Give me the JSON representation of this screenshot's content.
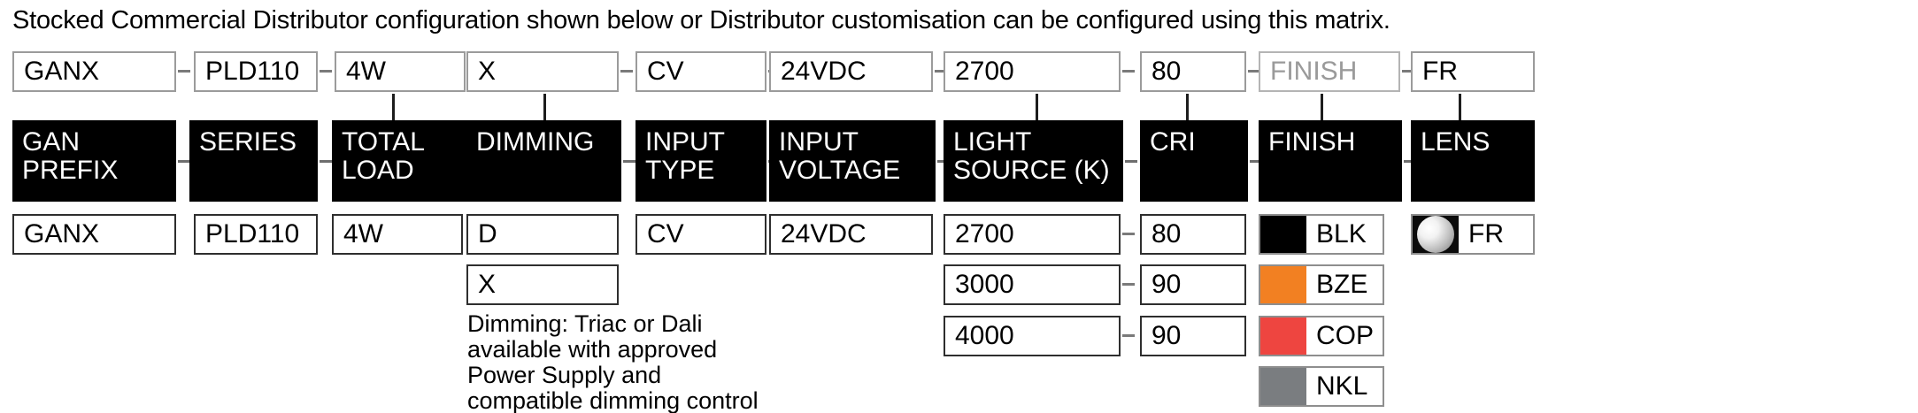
{
  "intro": "Stocked Commercial Distributor configuration shown below or Distributor customisation can be configured using this matrix.",
  "colors": {
    "header_bg": "#000000",
    "header_text": "#ffffff",
    "box_border": "#5d5d5d",
    "ghost_text": "#9a9a9a",
    "blk": "#000000",
    "bze": "#f28022",
    "cop": "#ee4540",
    "nkl": "#7a7d80",
    "lens_fr_chip": "#0b0b0b"
  },
  "selected_config": {
    "separator": "–",
    "values": [
      {
        "text": "GANX",
        "ghost": false
      },
      {
        "text": "PLD110",
        "ghost": false
      },
      {
        "text": "4W",
        "ghost": false
      },
      {
        "text": "X",
        "ghost": false
      },
      {
        "text": "CV",
        "ghost": false
      },
      {
        "text": "24VDC",
        "ghost": false
      },
      {
        "text": "2700",
        "ghost": false
      },
      {
        "text": "80",
        "ghost": false
      },
      {
        "text": "FINISH",
        "ghost": true
      },
      {
        "text": "FR",
        "ghost": false
      }
    ]
  },
  "headers": [
    {
      "label": "GAN\nPREFIX"
    },
    {
      "label": "SERIES"
    },
    {
      "label": "TOTAL\nLOAD"
    },
    {
      "label": "DIMMING"
    },
    {
      "label": "INPUT\nTYPE"
    },
    {
      "label": "INPUT\nVOLTAGE"
    },
    {
      "label": "LIGHT\nSOURCE (K)"
    },
    {
      "label": "CRI"
    },
    {
      "label": "FINISH"
    },
    {
      "label": "LENS"
    }
  ],
  "options": {
    "gan_prefix": [
      "GANX"
    ],
    "series": [
      "PLD110"
    ],
    "total_load": [
      "4W"
    ],
    "dimming": [
      "D",
      "X"
    ],
    "input_type": [
      "CV"
    ],
    "input_voltage": [
      "24VDC"
    ],
    "light_source": [
      "2700",
      "3000",
      "4000"
    ],
    "cri": [
      "80",
      "90",
      "90"
    ],
    "finish": [
      {
        "code": "BLK",
        "color": "#000000"
      },
      {
        "code": "BZE",
        "color": "#f28022"
      },
      {
        "code": "COP",
        "color": "#ee4540"
      },
      {
        "code": "NKL",
        "color": "#7a7d80"
      }
    ],
    "lens": [
      {
        "code": "FR",
        "color": "#0b0b0b",
        "chip": "frosted-circle"
      }
    ]
  },
  "notes": {
    "dimming": "Dimming: Triac or Dali\navailable with approved\nPower Supply and\ncompatible dimming control"
  }
}
